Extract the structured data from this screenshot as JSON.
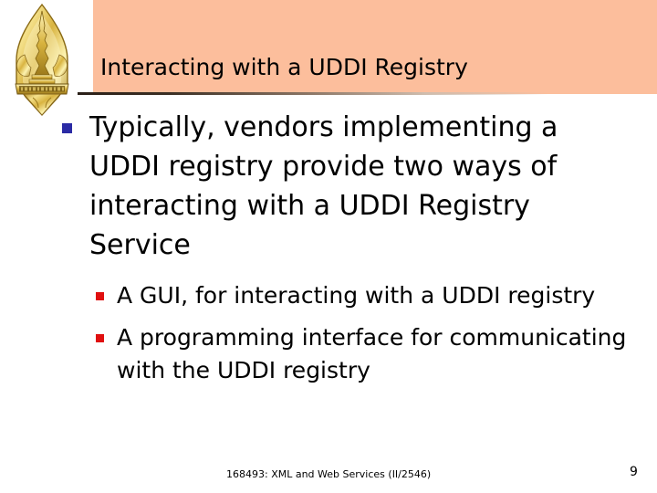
{
  "slide": {
    "title": "Interacting with a UDDI Registry",
    "banner_color": "#fcbe9c",
    "background_color": "#ffffff"
  },
  "logo": {
    "name": "thai-university-gold-emblem",
    "primary_color": "#d4af37",
    "highlight_color": "#fff3a8"
  },
  "content": {
    "level1": [
      {
        "text": "Typically, vendors implementing a UDDI registry provide two ways of interacting with a UDDI Registry Service",
        "bullet_color": "#2b2ba5"
      }
    ],
    "level2": [
      {
        "text": "A GUI, for interacting with a UDDI registry",
        "bullet_color": "#e01010"
      },
      {
        "text": "A programming interface for communicating with the UDDI registry",
        "bullet_color": "#e01010"
      }
    ]
  },
  "footer": {
    "course": "168493: XML and Web Services (II/2546)",
    "page_number": "9"
  }
}
